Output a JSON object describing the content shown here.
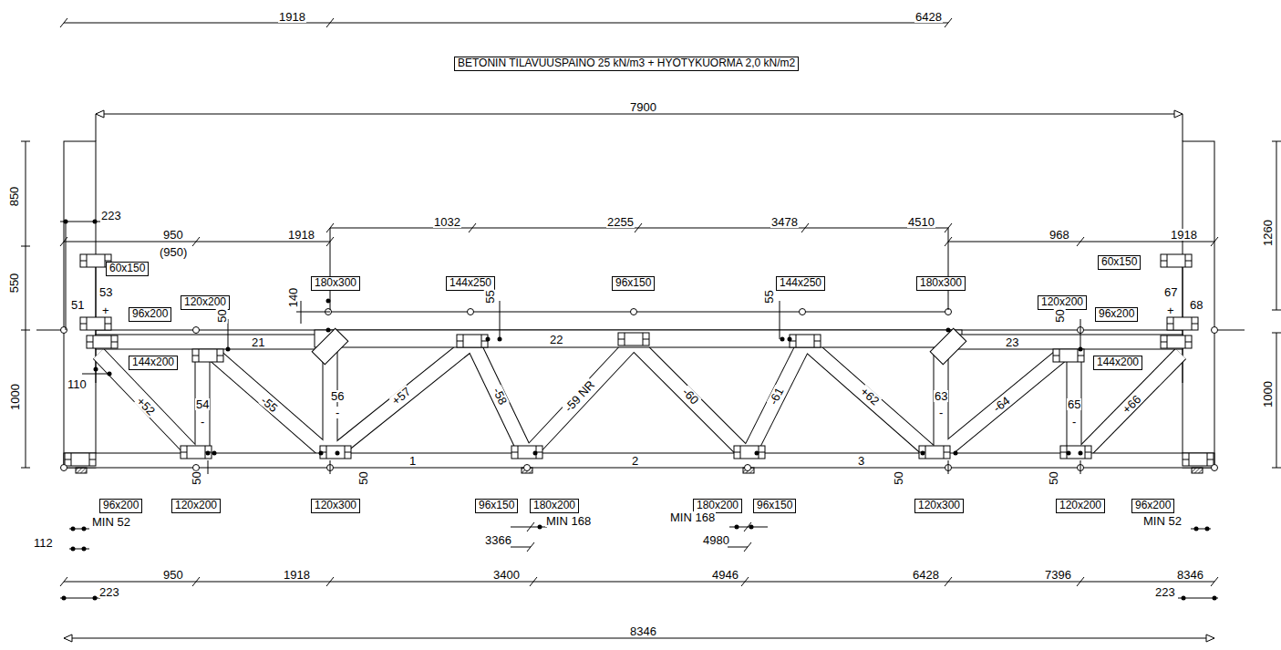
{
  "diagram": {
    "nodes": [
      {
        "text": [
          "BETONIN TILAVUUSPAINO 25 kN/m3  + HYÖTYKUORMA 2,0 kN/m2"
        ]
      },
      {
        "text": [
          "60x150"
        ]
      },
      {
        "text": [
          "180x300"
        ]
      },
      {
        "text": [
          "144x250"
        ]
      },
      {
        "text": [
          "96x150"
        ]
      },
      {
        "text": [
          "144x250"
        ]
      },
      {
        "text": [
          "180x300"
        ]
      },
      {
        "text": [
          "60x150"
        ]
      },
      {
        "text": [
          "120x200"
        ]
      },
      {
        "text": [
          "120x200"
        ]
      },
      {
        "text": [
          "96x200"
        ]
      },
      {
        "text": [
          "96x200"
        ]
      },
      {
        "text": [
          "144x200"
        ]
      },
      {
        "text": [
          "144x200"
        ]
      },
      {
        "text": [
          "96x200"
        ]
      },
      {
        "text": [
          "120x200"
        ]
      },
      {
        "text": [
          "120x300"
        ]
      },
      {
        "text": [
          "96x150"
        ]
      },
      {
        "text": [
          "180x200"
        ]
      },
      {
        "text": [
          "180x200"
        ]
      },
      {
        "text": [
          "96x150"
        ]
      },
      {
        "text": [
          "120x300"
        ]
      },
      {
        "text": [
          "120x200"
        ]
      },
      {
        "text": [
          "96x200"
        ]
      }
    ],
    "labels": [
      "1918",
      "6428",
      "7900",
      "850",
      "550",
      "1000",
      "1260",
      "1000",
      "223",
      "950",
      "(950)",
      "1918",
      "1032",
      "2255",
      "3478",
      "4510",
      "968",
      "1918",
      "140",
      "55",
      "55",
      "50",
      "50",
      "51",
      "53",
      "+",
      "67",
      "+",
      "68",
      "21",
      "22",
      "23",
      "110",
      "+52",
      "54",
      "-",
      "-55",
      "56",
      "-",
      "+57",
      "-58",
      "-59 NR",
      "-60",
      "-61",
      "+62",
      "63",
      "-",
      "-64",
      "65",
      "-",
      "+66",
      "1",
      "2",
      "3",
      "50",
      "50",
      "50",
      "50",
      "MIN 52",
      "112",
      "MIN 168",
      "3366",
      "MIN 168",
      "4980",
      "MIN 52",
      "950",
      "1918",
      "3400",
      "4946",
      "6428",
      "7396",
      "8346",
      "223",
      "223",
      "8346"
    ]
  }
}
